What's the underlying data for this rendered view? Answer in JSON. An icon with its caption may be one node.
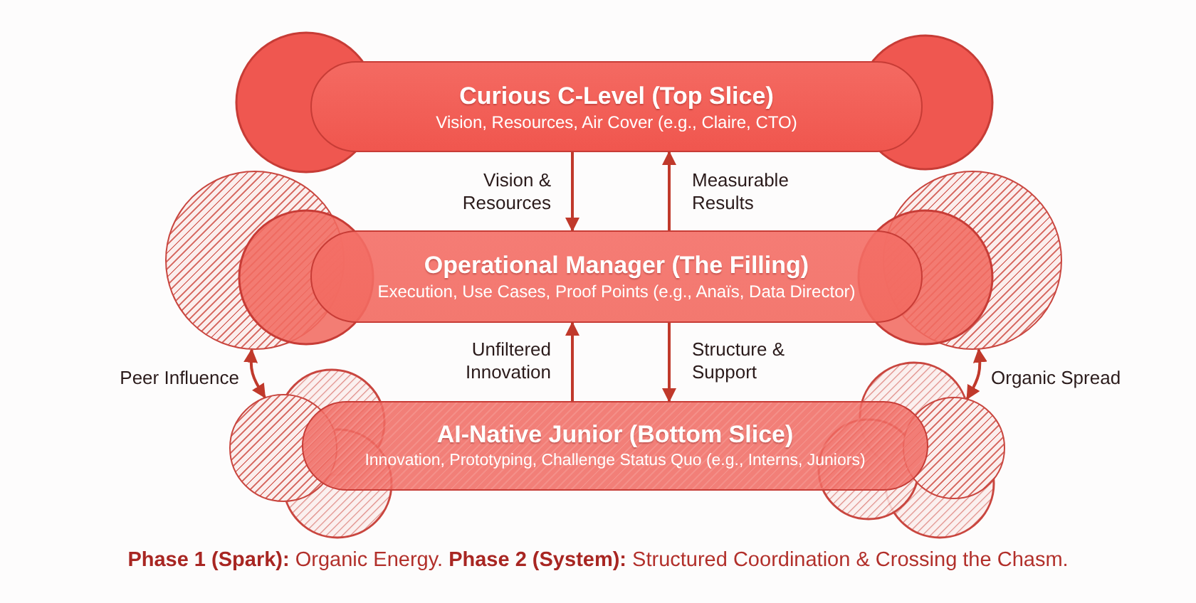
{
  "diagram": {
    "caption": "**Phase 1 (Spark):** Organic Energy. **Phase 2 (System):** Structured Coordination & Crossing the Chasm.",
    "nodes": [
      {
        "text": [
          "Curious C-Level (Top Slice)",
          "Vision, Resources, Air Cover (e.g., Claire, CTO)"
        ]
      },
      {
        "text": [
          "Operational Manager (The Filling)",
          "Execution, Use Cases, Proof Points (e.g., Anaïs, Data Director)"
        ]
      },
      {
        "text": [
          "AI-Native Junior (Bottom Slice)",
          "Innovation, Prototyping, Challenge Status Quo (e.g., Interns, Juniors)"
        ]
      },
      {
        "text": [],
        "shape": "circle"
      },
      {
        "text": [],
        "shape": "circle"
      },
      {
        "text": [],
        "shape": "circle"
      },
      {
        "text": [],
        "shape": "circle"
      }
    ],
    "edges": [
      {
        "from": 0,
        "to": 1,
        "arrow": "to",
        "label": "Vision & Resources"
      },
      {
        "from": 1,
        "to": 0,
        "arrow": "to",
        "label": "Measurable Results"
      },
      {
        "from": 2,
        "to": 1,
        "arrow": "to",
        "label": "Unfiltered Innovation"
      },
      {
        "from": 1,
        "to": 2,
        "arrow": "to",
        "label": "Structure & Support"
      },
      {
        "from": 3,
        "to": 4,
        "arrow": "both",
        "label": "Peer Influence"
      },
      {
        "from": 5,
        "to": 6,
        "arrow": "both",
        "label": "Organic Spread"
      }
    ]
  }
}
